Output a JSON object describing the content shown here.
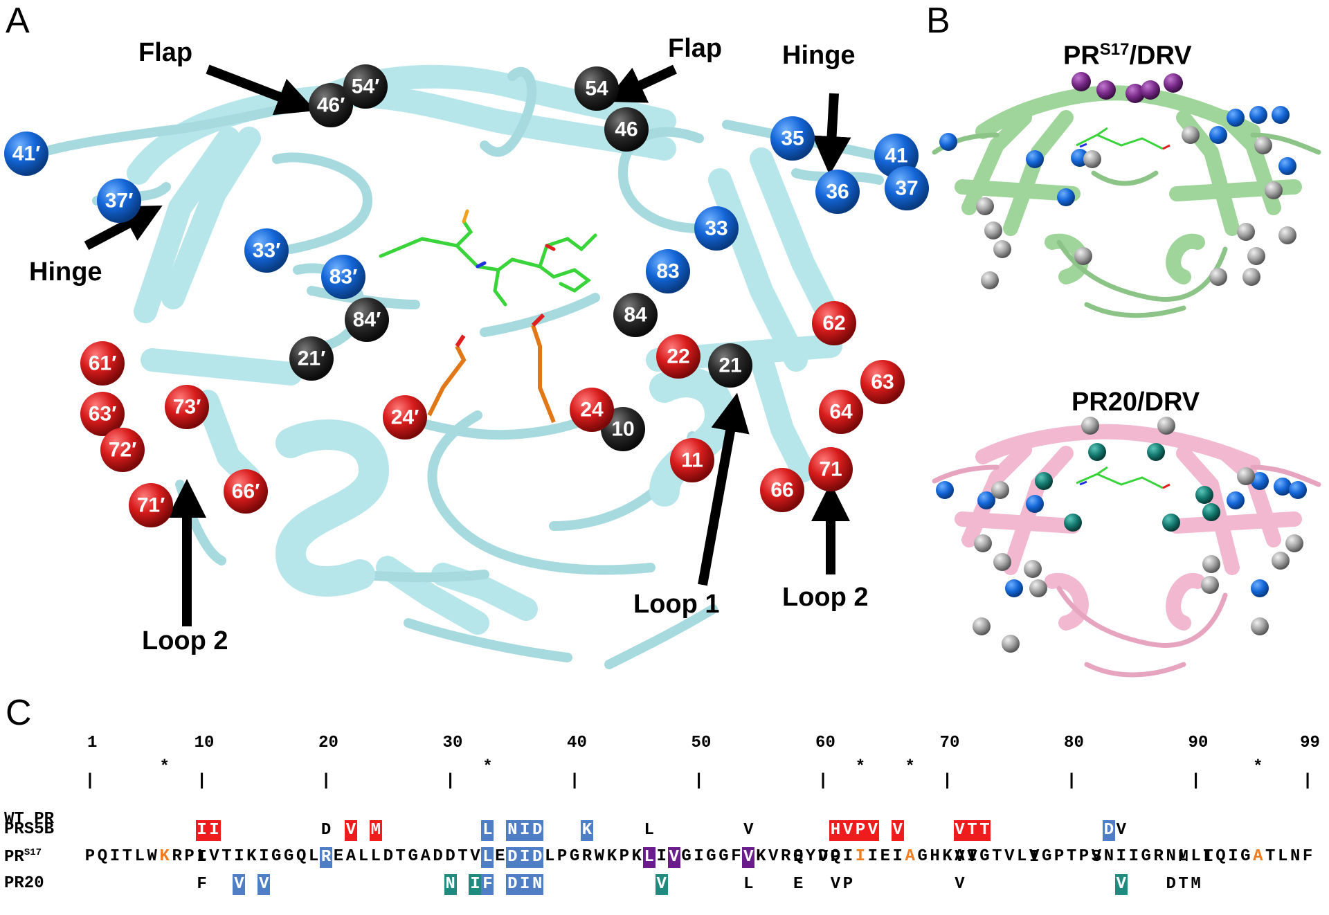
{
  "panels": {
    "a": "A",
    "b": "B",
    "c": "C"
  },
  "panel_a": {
    "callouts": [
      {
        "id": "flap-left",
        "text": "Flap"
      },
      {
        "id": "flap-right",
        "text": "Flap"
      },
      {
        "id": "hinge-right",
        "text": "Hinge"
      },
      {
        "id": "hinge-left",
        "text": "Hinge"
      },
      {
        "id": "loop2-left",
        "text": "Loop 2"
      },
      {
        "id": "loop1",
        "text": "Loop 1"
      },
      {
        "id": "loop2-right",
        "text": "Loop 2"
      }
    ],
    "residues": [
      {
        "label": "46′",
        "color": "dark"
      },
      {
        "label": "54′",
        "color": "dark"
      },
      {
        "label": "54",
        "color": "dark"
      },
      {
        "label": "46",
        "color": "dark"
      },
      {
        "label": "41′",
        "color": "blue"
      },
      {
        "label": "37′",
        "color": "blue"
      },
      {
        "label": "35",
        "color": "blue"
      },
      {
        "label": "36",
        "color": "blue"
      },
      {
        "label": "41",
        "color": "blue"
      },
      {
        "label": "37",
        "color": "blue"
      },
      {
        "label": "33′",
        "color": "blue"
      },
      {
        "label": "83′",
        "color": "blue"
      },
      {
        "label": "33",
        "color": "blue"
      },
      {
        "label": "83",
        "color": "blue"
      },
      {
        "label": "84′",
        "color": "dark"
      },
      {
        "label": "84",
        "color": "dark"
      },
      {
        "label": "21′",
        "color": "dark"
      },
      {
        "label": "21",
        "color": "dark"
      },
      {
        "label": "10",
        "color": "dark"
      },
      {
        "label": "61′",
        "color": "red"
      },
      {
        "label": "63′",
        "color": "red"
      },
      {
        "label": "73′",
        "color": "red"
      },
      {
        "label": "72′",
        "color": "red"
      },
      {
        "label": "71′",
        "color": "red"
      },
      {
        "label": "66′",
        "color": "red"
      },
      {
        "label": "24′",
        "color": "red"
      },
      {
        "label": "22",
        "color": "red"
      },
      {
        "label": "24",
        "color": "red"
      },
      {
        "label": "11",
        "color": "red"
      },
      {
        "label": "62",
        "color": "red"
      },
      {
        "label": "63",
        "color": "red"
      },
      {
        "label": "64",
        "color": "red"
      },
      {
        "label": "66",
        "color": "red"
      },
      {
        "label": "71",
        "color": "red"
      }
    ]
  },
  "panel_b": {
    "top_title_main": "PR",
    "top_title_sup": "S17",
    "top_title_rest": "/DRV",
    "bottom_title": "PR20/DRV"
  },
  "panel_c": {
    "ruler_numbers": [
      "1",
      "10",
      "20",
      "30",
      "40",
      "50",
      "60",
      "70",
      "80",
      "90",
      "99"
    ],
    "ruler_positions": [
      1,
      10,
      20,
      30,
      40,
      50,
      60,
      70,
      80,
      90,
      99
    ],
    "star_positions": [
      7,
      33,
      63,
      67,
      95
    ],
    "wt_label": "WT PR",
    "wt_sequence": "PQITLWKRPLVTIKIGGQLKEALLDTGADDTVIEEMSLPGRWKPKMIGGIGGFIKVRQYDQIIIEIAGHKAIGTVLVGPTPVNIIGRNLLTQIGATLNF",
    "wt_orange_positions": [
      7,
      33,
      63,
      67,
      95
    ],
    "rows": [
      {
        "label": "PRS5B",
        "label_sup": "",
        "mutations": [
          {
            "pos": 10,
            "aa": "I",
            "hl": "red"
          },
          {
            "pos": 11,
            "aa": "I",
            "hl": "red"
          },
          {
            "pos": 20,
            "aa": "D",
            "hl": ""
          },
          {
            "pos": 22,
            "aa": "V",
            "hl": "red"
          },
          {
            "pos": 24,
            "aa": "M",
            "hl": "red"
          },
          {
            "pos": 33,
            "aa": "L",
            "hl": "blue"
          },
          {
            "pos": 35,
            "aa": "N",
            "hl": "blue"
          },
          {
            "pos": 36,
            "aa": "I",
            "hl": "blue"
          },
          {
            "pos": 37,
            "aa": "D",
            "hl": "blue"
          },
          {
            "pos": 41,
            "aa": "K",
            "hl": "blue"
          },
          {
            "pos": 46,
            "aa": "L",
            "hl": ""
          },
          {
            "pos": 54,
            "aa": "V",
            "hl": ""
          },
          {
            "pos": 61,
            "aa": "H",
            "hl": "red"
          },
          {
            "pos": 62,
            "aa": "V",
            "hl": "red"
          },
          {
            "pos": 63,
            "aa": "P",
            "hl": "red"
          },
          {
            "pos": 64,
            "aa": "V",
            "hl": "red"
          },
          {
            "pos": 66,
            "aa": "V",
            "hl": "red"
          },
          {
            "pos": 71,
            "aa": "V",
            "hl": "red"
          },
          {
            "pos": 72,
            "aa": "T",
            "hl": "red"
          },
          {
            "pos": 73,
            "aa": "T",
            "hl": "red"
          },
          {
            "pos": 83,
            "aa": "D",
            "hl": "blue"
          },
          {
            "pos": 84,
            "aa": "V",
            "hl": ""
          }
        ]
      },
      {
        "label": "PR",
        "label_sup": "S17",
        "mutations": [
          {
            "pos": 10,
            "aa": "I",
            "hl": ""
          },
          {
            "pos": 20,
            "aa": "R",
            "hl": "blue"
          },
          {
            "pos": 33,
            "aa": "L",
            "hl": "blue"
          },
          {
            "pos": 35,
            "aa": "D",
            "hl": "blue"
          },
          {
            "pos": 36,
            "aa": "I",
            "hl": "blue"
          },
          {
            "pos": 37,
            "aa": "D",
            "hl": "blue"
          },
          {
            "pos": 46,
            "aa": "L",
            "hl": "purple"
          },
          {
            "pos": 48,
            "aa": "V",
            "hl": "purple"
          },
          {
            "pos": 54,
            "aa": "V",
            "hl": "purple"
          },
          {
            "pos": 58,
            "aa": "E",
            "hl": ""
          },
          {
            "pos": 60,
            "aa": "V",
            "hl": ""
          },
          {
            "pos": 61,
            "aa": "P",
            "hl": ""
          },
          {
            "pos": 71,
            "aa": "V",
            "hl": ""
          },
          {
            "pos": 72,
            "aa": "V",
            "hl": ""
          },
          {
            "pos": 77,
            "aa": "I",
            "hl": ""
          },
          {
            "pos": 82,
            "aa": "S",
            "hl": ""
          },
          {
            "pos": 89,
            "aa": "M",
            "hl": ""
          },
          {
            "pos": 91,
            "aa": "L",
            "hl": ""
          }
        ]
      },
      {
        "label": "PR20",
        "label_sup": "",
        "mutations": [
          {
            "pos": 10,
            "aa": "F",
            "hl": ""
          },
          {
            "pos": 13,
            "aa": "V",
            "hl": "blue"
          },
          {
            "pos": 15,
            "aa": "V",
            "hl": "blue"
          },
          {
            "pos": 30,
            "aa": "N",
            "hl": "teal"
          },
          {
            "pos": 32,
            "aa": "I",
            "hl": "teal"
          },
          {
            "pos": 33,
            "aa": "F",
            "hl": "blue"
          },
          {
            "pos": 35,
            "aa": "D",
            "hl": "blue"
          },
          {
            "pos": 36,
            "aa": "I",
            "hl": "blue"
          },
          {
            "pos": 37,
            "aa": "N",
            "hl": "blue"
          },
          {
            "pos": 47,
            "aa": "V",
            "hl": "teal"
          },
          {
            "pos": 54,
            "aa": "L",
            "hl": ""
          },
          {
            "pos": 58,
            "aa": "E",
            "hl": ""
          },
          {
            "pos": 61,
            "aa": "V",
            "hl": ""
          },
          {
            "pos": 62,
            "aa": "P",
            "hl": ""
          },
          {
            "pos": 71,
            "aa": "V",
            "hl": ""
          },
          {
            "pos": 84,
            "aa": "V",
            "hl": "teal"
          },
          {
            "pos": 88,
            "aa": "D",
            "hl": ""
          },
          {
            "pos": 89,
            "aa": "T",
            "hl": ""
          },
          {
            "pos": 90,
            "aa": "M",
            "hl": ""
          }
        ]
      }
    ],
    "highlight_colors": {
      "red": "#ee1c1c",
      "blue": "#4f7ec4",
      "purple": "#6a1c8c",
      "teal": "#1f8a7e",
      "orange": "#f07c1e"
    }
  },
  "colors": {
    "ribbon_a": "#b7e6ea",
    "ribbon_b_top": "#9fd59b",
    "ribbon_b_bottom": "#f1b8cf",
    "sphere_blue": "#1466d8",
    "sphere_red": "#d81c1c",
    "sphere_dark": "#2b2b2b",
    "sphere_gray": "#a4a4a4",
    "sphere_purple": "#7a2b8a",
    "sphere_teal": "#157a70"
  }
}
